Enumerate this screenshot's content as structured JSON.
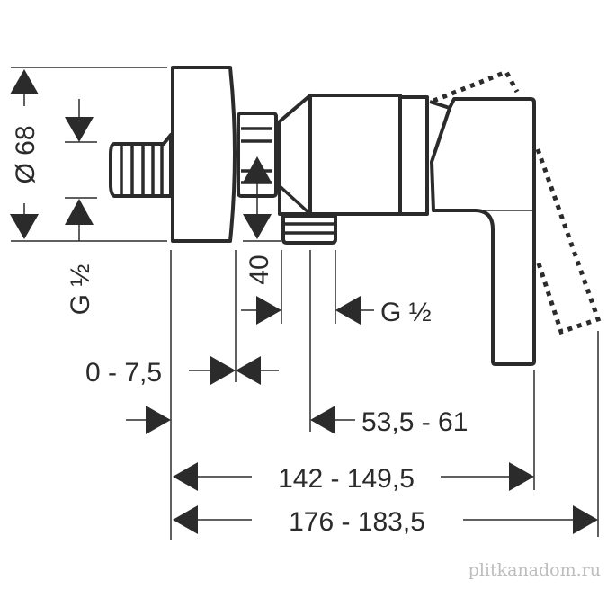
{
  "drawing": {
    "title": "Shower mixer dimension drawing",
    "dimensions": {
      "diameter": "Ø 68",
      "inlet_thread": "G ½",
      "depth": "40",
      "outlet_thread": "G ½",
      "wall_offset": "0 - 7,5",
      "outlet_distance": "53,5 - 61",
      "handle_projection": "142 - 149,5",
      "total_projection": "176 - 183,5"
    },
    "watermark": "plitkanadom.ru",
    "colors": {
      "line": "#2b2b2b",
      "watermark": "#bdbdbd"
    }
  }
}
